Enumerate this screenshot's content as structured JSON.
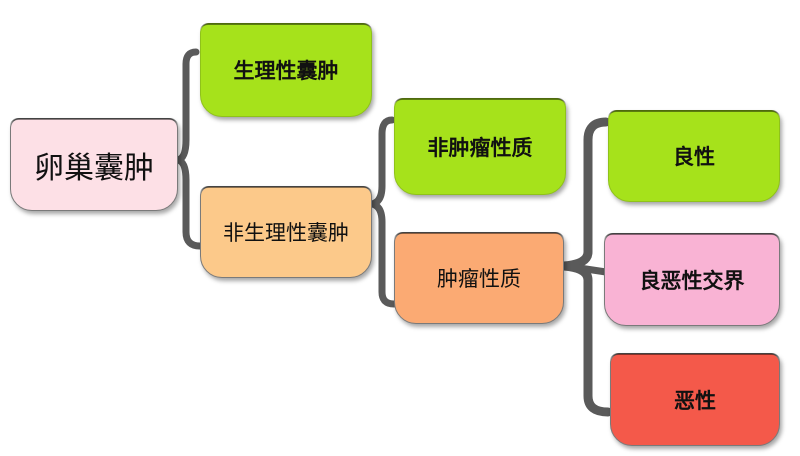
{
  "colors": {
    "root_fill": "#fde0e6",
    "green_fill": "#a6e21b",
    "orange_fill": "#fcc98a",
    "salmon_fill": "#fbaa73",
    "pink_fill": "#f9b3d4",
    "red_fill": "#f4594a",
    "connector": "#5a5a5a"
  },
  "nodes": {
    "root": "卵巢囊肿",
    "physiological": "生理性囊肿",
    "non_physiological": "非生理性囊肿",
    "non_tumorous": "非肿瘤性质",
    "tumorous": "肿瘤性质",
    "benign": "良性",
    "borderline": "良恶性交界",
    "malignant": "恶性"
  }
}
